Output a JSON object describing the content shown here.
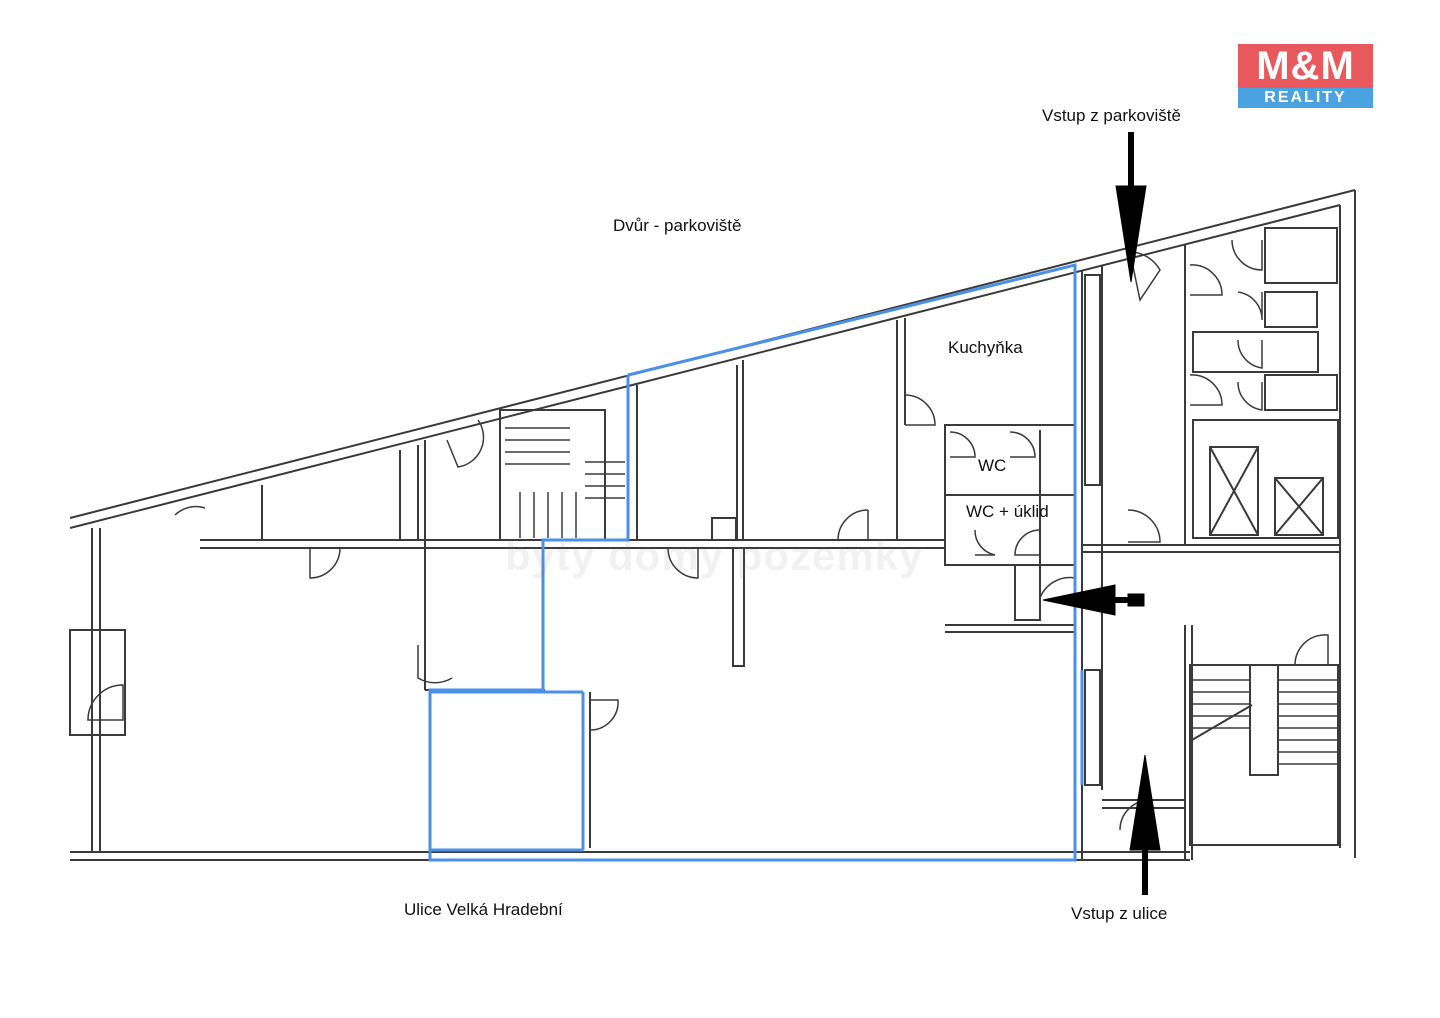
{
  "labels": {
    "courtyard": "Dvůr - parkoviště",
    "entrance_parking": "Vstup z parkoviště",
    "kitchen": "Kuchyňka",
    "wc": "WC",
    "wc_cleaning": "WC + úklid",
    "street": "Ulice Velká Hradební",
    "entrance_street": "Vstup z ulice"
  },
  "logo": {
    "top": "M&M",
    "bottom": "REALITY"
  },
  "watermark": "byty domy pozemky",
  "colors": {
    "wall": "#3a3a3a",
    "highlight": "#4a8fe8",
    "logo_red": "#e8585d",
    "logo_blue": "#4aa3e0"
  }
}
